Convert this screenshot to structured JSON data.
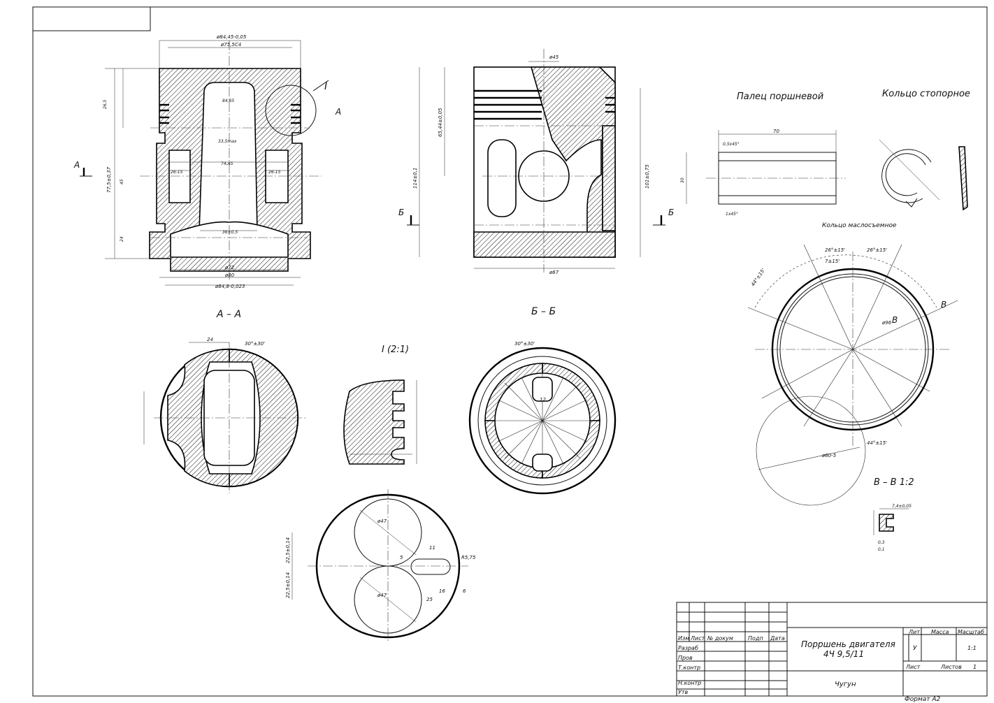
{
  "drawing": {
    "labels": {
      "view_a": "А",
      "view_a2": "А",
      "view_b": "Б",
      "view_b2": "Б",
      "section_aa": "А – А",
      "section_bb": "Б – Б",
      "detail_i": "I (2:1)",
      "detail_mark": "I",
      "pin_title": "Палец поршневой",
      "ring_title": "Кольцо стопорное",
      "oil_ring_title": "Кольцо маслосъемное",
      "section_vv": "В – В 1:2",
      "view_v": "В",
      "view_v2": "В"
    },
    "dims": {
      "d_top1": "ø84,45-0,05",
      "d_top2": "ø75,5С4",
      "d_8465": "84,65",
      "d_335": "33,5max",
      "d_745": "74,А5",
      "d_2615a": "26-15",
      "d_2615b": "26-15",
      "d_72": "ø72",
      "d_80": "ø80",
      "d_848": "ø84,8-0,023",
      "d_360": "36±0,5",
      "d_7750": "77,5±0,37",
      "d_265": "26,5",
      "d_45": "45",
      "d_24": "24",
      "d_945": "ø45",
      "d_67": "ø67",
      "d_114": "114±0,1",
      "d_1010": "101±0,75",
      "d_6544": "65,44±0,05",
      "d_pin70": "70",
      "d_pin_ch": "0,5х45°",
      "d_pin_ch2": "1х45°",
      "d_pin30": "30",
      "d_ring95": "ø96",
      "d_ring26a": "26°±15'",
      "d_ring26b": "26°±15'",
      "d_ring7": "7±15'",
      "d_ring44a": "44°±15'",
      "d_ring44b": "44°±15'",
      "d_ring60": "ø60-5",
      "d_vv74": "7,4±0,05",
      "d_vv03": "0,3",
      "d_vv01": "0,1",
      "d_24b": "24",
      "d_30x30a": "30°±30'",
      "d_30x30b": "30°±30'",
      "d_12": "12",
      "d_47a": "ø47",
      "d_47b": "ø47",
      "d_225a": "22,5±0,14",
      "d_225b": "22,5±0,14",
      "d_16": "16",
      "d_25": "25",
      "d_5": "5",
      "d_6": "6",
      "d_11": "11",
      "d_r575": "R5,75"
    },
    "title_block": {
      "name_line1": "Порршень двигателя",
      "name_line2": "4Ч 9,5/11",
      "material": "Чугун",
      "col_izm": "Изм",
      "col_list": "Лист",
      "col_doc": "№ докум",
      "col_podp": "Подп",
      "col_data": "Дата",
      "row_razrab": "Разраб",
      "row_prov": "Пров",
      "row_tkontr": "Т.контр",
      "row_nkontr": "Н.контр",
      "row_utv": "Утв",
      "lit_header": "Лит",
      "mass_header": "Масса",
      "scale_header": "Масштаб",
      "lit_value": "У",
      "scale_value": "1:1",
      "sheet_label": "Лист",
      "sheets_label": "Листов",
      "sheets_value": "1",
      "format": "Формат А2"
    }
  }
}
